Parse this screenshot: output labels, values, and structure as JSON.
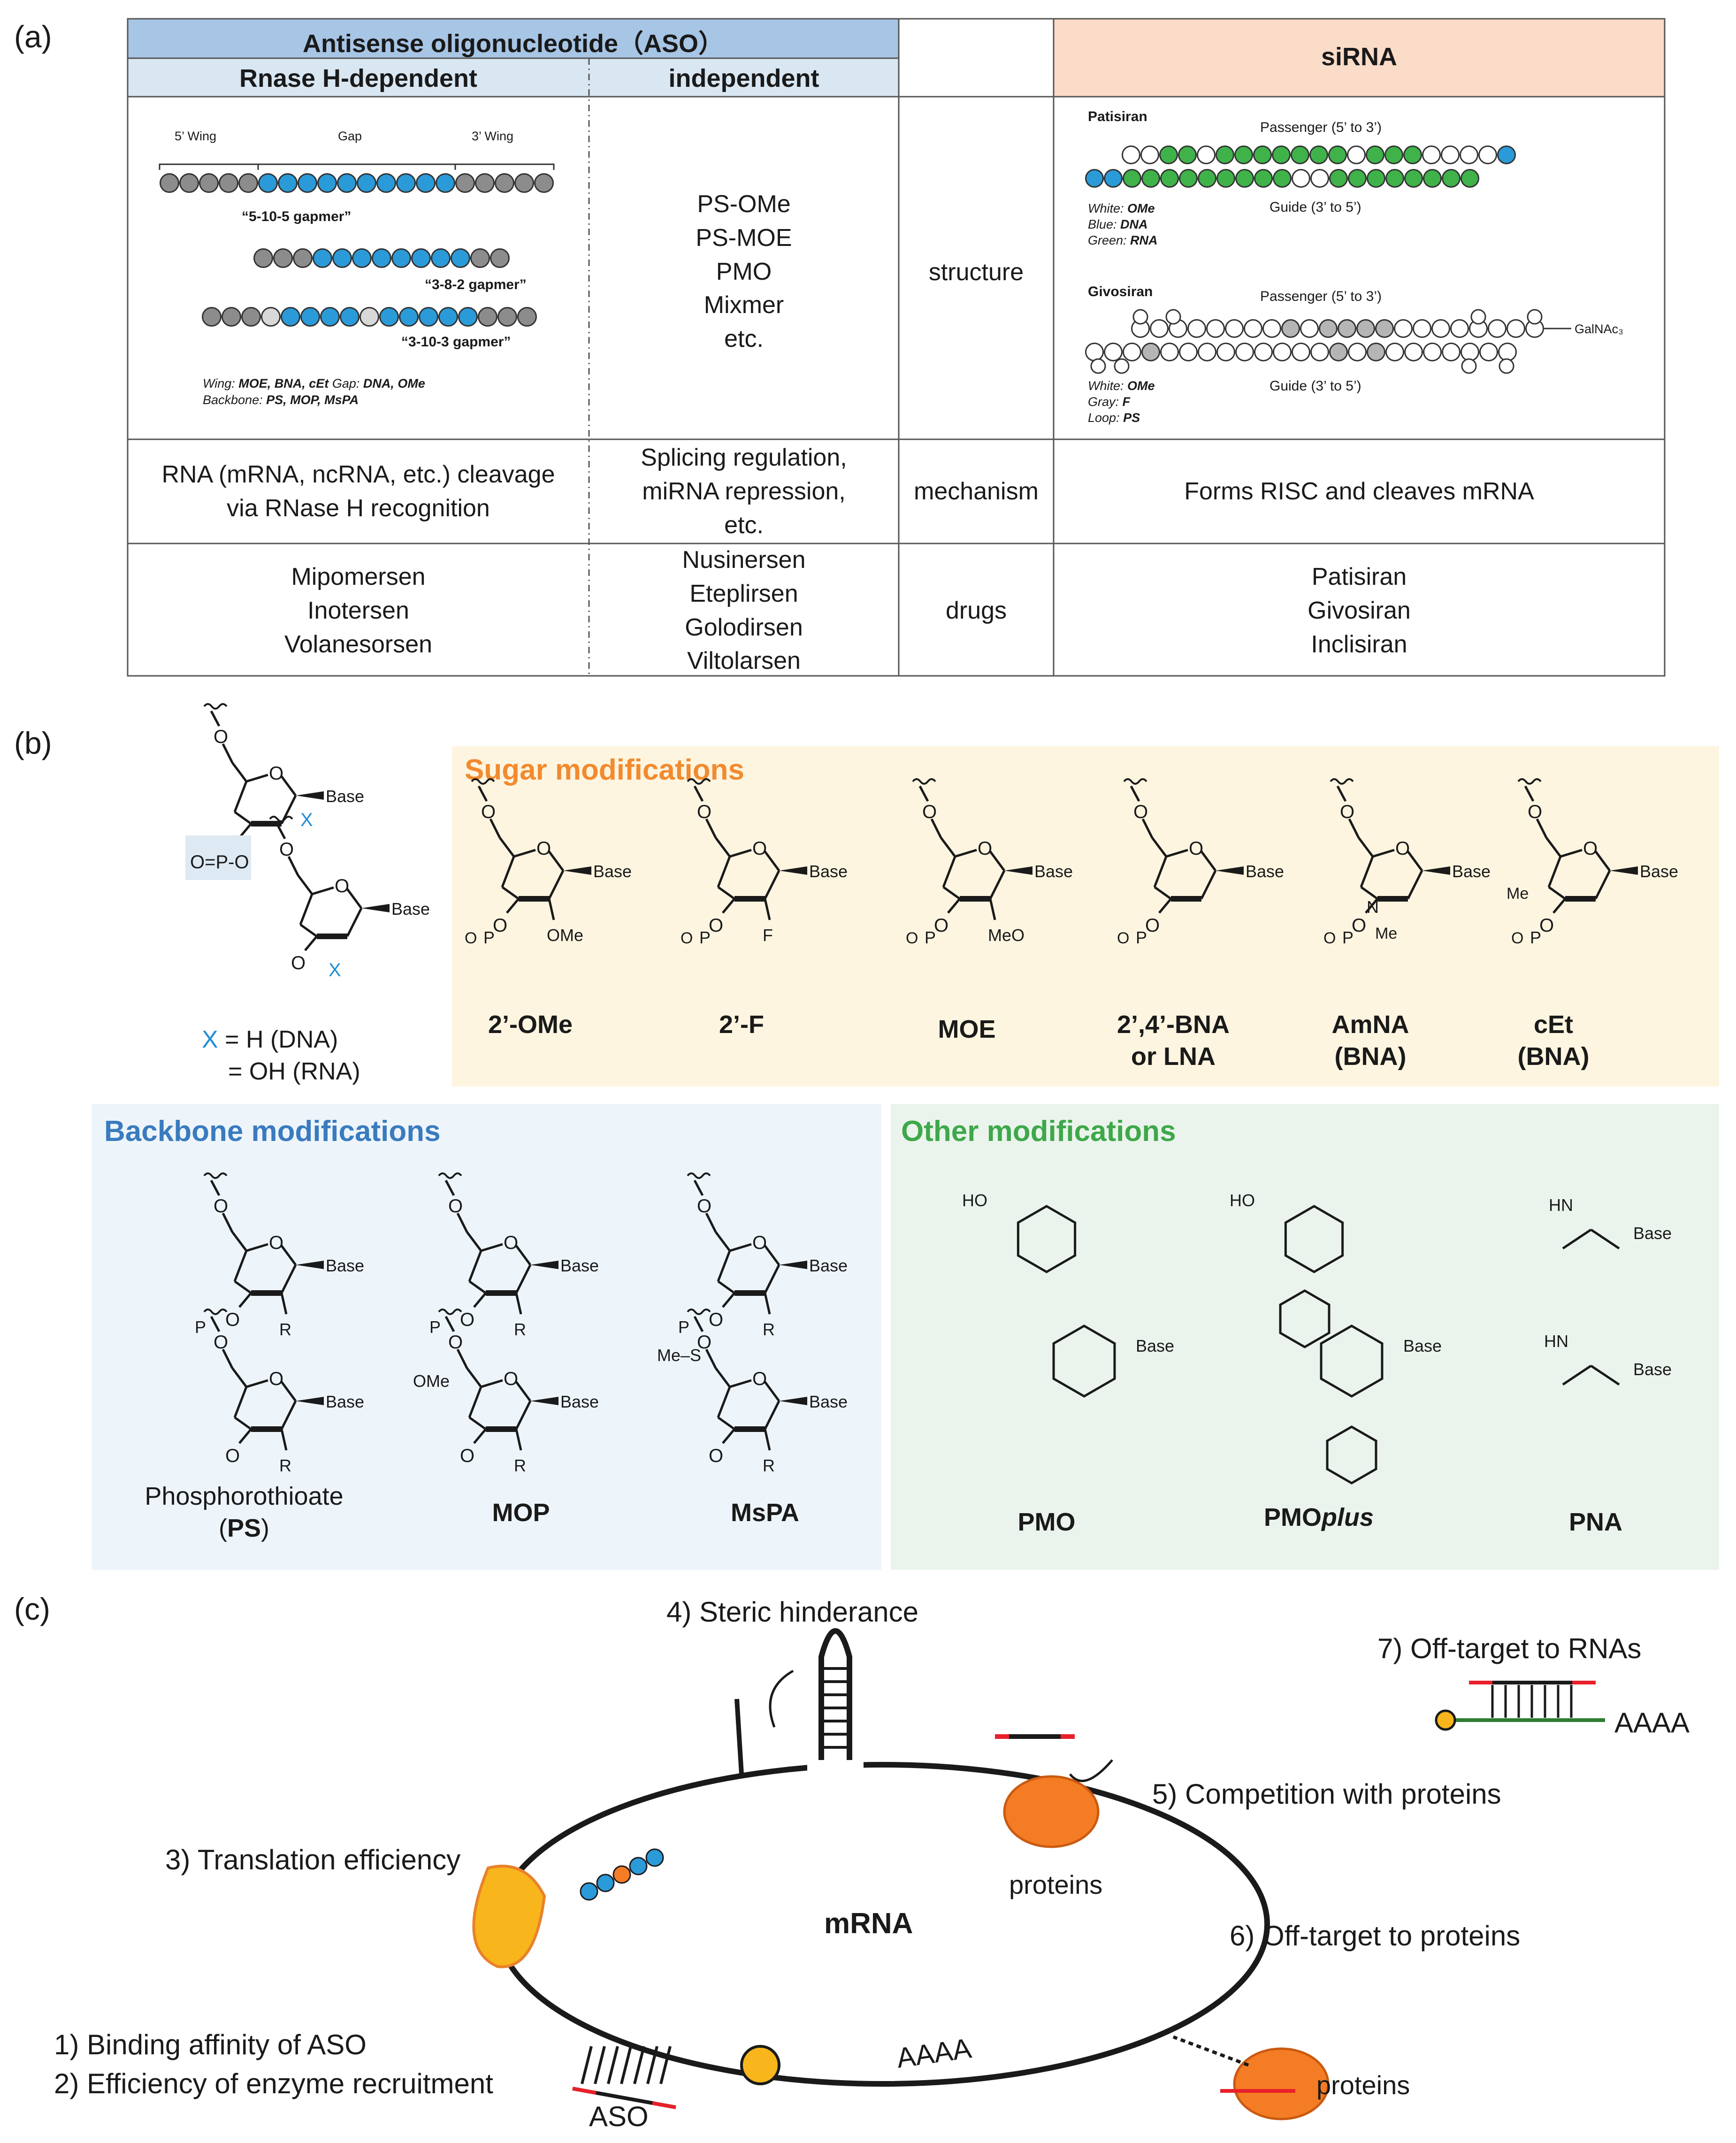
{
  "panels": {
    "a": "(a)",
    "b": "(b)",
    "c": "(c)"
  },
  "table": {
    "aso_header": "Antisense oligonucleotide（ASO）",
    "sirna_header": "siRNA",
    "rnase_h_dependent": "Rnase H-dependent",
    "independent": "independent",
    "row_labels": {
      "structure": "structure",
      "mechanism": "mechanism",
      "drugs": "drugs"
    },
    "gapmer": {
      "wing5": "5’ Wing",
      "gap": "Gap",
      "wing3": "3’ Wing",
      "g1": "“5-10-5 gapmer”",
      "g2": "“3-8-2 gapmer”",
      "g3": "“3-10-3 gapmer”",
      "wing_prefix": "Wing: ",
      "wing_vals": "MOE, BNA, cEt",
      "gap_prefix": " Gap: ",
      "gap_vals": "DNA, OMe",
      "backbone_prefix": "Backbone: ",
      "backbone_vals": "PS, MOP, MsPA"
    },
    "independent_structures": [
      "PS-OMe",
      "PS-MOE",
      "PMO",
      "Mixmer",
      "etc."
    ],
    "patisiran": {
      "name": "Patisiran",
      "passenger": "Passenger (5’ to 3’)",
      "guide": "Guide (3’ to 5’)",
      "legend": [
        [
          "White: ",
          "OMe"
        ],
        [
          "Blue: ",
          "DNA"
        ],
        [
          "Green: ",
          "RNA"
        ]
      ]
    },
    "givosiran": {
      "name": "Givosiran",
      "passenger": "Passenger (5’ to 3’)",
      "guide": "Guide (3’ to 5’)",
      "galnac": "GalNAc₃",
      "legend": [
        [
          "White: ",
          "OMe"
        ],
        [
          "Gray: ",
          "F"
        ],
        [
          "Loop: ",
          "PS"
        ]
      ]
    },
    "mechanism": {
      "rnase": [
        "RNA (mRNA, ncRNA, etc.) cleavage",
        "via RNase H recognition"
      ],
      "independent": [
        "Splicing regulation,",
        "miRNA repression,",
        "etc."
      ],
      "sirna": "Forms RISC and cleaves mRNA"
    },
    "drugs": {
      "rnase": [
        "Mipomersen",
        "Inotersen",
        "Volanesorsen"
      ],
      "independent": [
        "Nusinersen",
        "Eteplirsen",
        "Golodirsen",
        "Viltolarsen"
      ],
      "sirna": [
        "Patisiran",
        "Givosiran",
        "Inclisiran"
      ]
    }
  },
  "modifications": {
    "x_def": [
      "= H (DNA)",
      "= OH (RNA)"
    ],
    "x_symbol": "X",
    "sugar_title": "Sugar modifications",
    "sugar": [
      "2’-OMe",
      "2’-F",
      "MOE",
      "2’,4’-BNA\nor LNA",
      "AmNA\n(BNA)",
      "cEt\n(BNA)"
    ],
    "backbone_title": "Backbone modifications",
    "backbone": [
      [
        "Phosphorothioate",
        "(",
        "PS",
        ")"
      ],
      "MOP",
      "MsPA"
    ],
    "other_title": "Other modifications",
    "other": [
      "PMO",
      "PMO",
      "plus",
      "PNA"
    ],
    "atoms": {
      "base": "Base",
      "ome": "OMe",
      "f": "F",
      "meo": "MeO",
      "r": "R",
      "me": "Me",
      "o": "O",
      "p": "P",
      "n": "N"
    },
    "colors": {
      "sugar_bg": "#fdf5e0",
      "backbone_bg": "#eef5fa",
      "other_bg": "#ebf4ec",
      "sugar_title": "#f28a2e",
      "backbone_title": "#3a7bbf",
      "other_title": "#3ea84a",
      "x": "#1f8dd6"
    }
  },
  "mechanism_diagram": {
    "steric": "4) Steric hinderance",
    "off_rna": "7) Off-target to RNAs",
    "aaaa_top": "AAAA",
    "competition": "5) Competition with proteins",
    "translation": "3) Translation efficiency",
    "proteins": "proteins",
    "mrna": "mRNA",
    "off_proteins": "6) Off-target to proteins",
    "binding": "1)  Binding affinity of ASO",
    "enzyme": "2)  Efficiency of enzyme recruitment",
    "aaaa": "AAAA",
    "aso": "ASO"
  }
}
